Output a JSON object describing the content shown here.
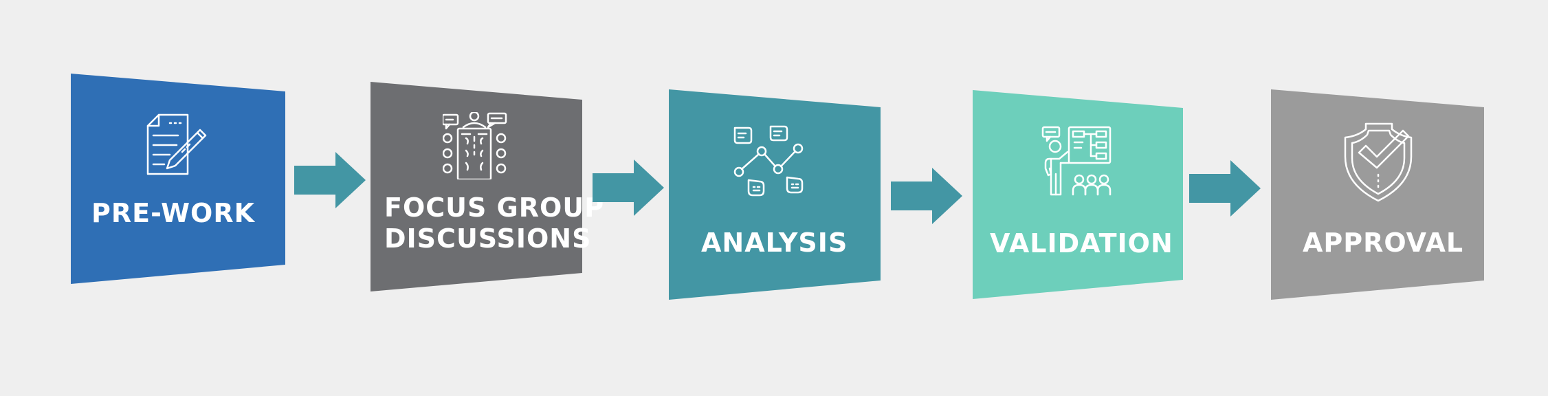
{
  "steps": [
    {
      "label": "PRE-WORK",
      "color": "#2f6fb5",
      "icon": "document-pen-icon"
    },
    {
      "label_line1": "FOCUS GROUP",
      "label_line2": "DISCUSSIONS",
      "color": "#6d6e71",
      "icon": "focus-group-table-icon"
    },
    {
      "label": "ANALYSIS",
      "color": "#4396a4",
      "icon": "network-analysis-icon"
    },
    {
      "label": "VALIDATION",
      "color": "#6dcfbb",
      "icon": "presenter-board-icon"
    },
    {
      "label": "APPROVAL",
      "color": "#9b9b9b",
      "icon": "shield-check-icon"
    }
  ],
  "arrow_color": "#4396a4"
}
